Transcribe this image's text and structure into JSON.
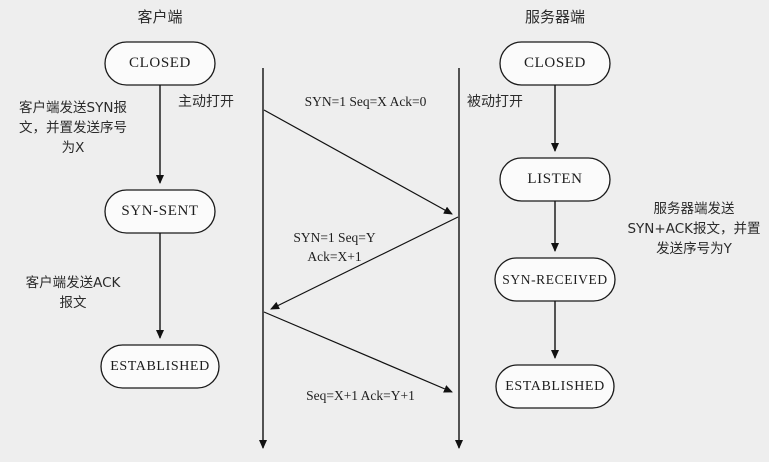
{
  "diagram": {
    "title": "TCP three-way handshake state diagram",
    "background_color": "#eeeeee",
    "stroke_color": "#1a1a1a",
    "columns": {
      "client_title": "客户端",
      "server_title": "服务器端"
    },
    "client_states": [
      {
        "id": "client-closed",
        "label": "CLOSED"
      },
      {
        "id": "client-syn-sent",
        "label": "SYN-SENT"
      },
      {
        "id": "client-established",
        "label": "ESTABLISHED"
      }
    ],
    "server_states": [
      {
        "id": "server-closed",
        "label": "CLOSED"
      },
      {
        "id": "server-listen",
        "label": "LISTEN"
      },
      {
        "id": "server-syn-received",
        "label": "SYN-RECEIVED"
      },
      {
        "id": "server-established",
        "label": "ESTABLISHED"
      }
    ],
    "open_labels": {
      "active_open": "主动打开",
      "passive_open": "被动打开"
    },
    "notes": {
      "client_syn": "客户端发送SYN报\n文，并置发送序号\n为X",
      "client_ack": "客户端发送ACK\n报文",
      "server_synack": "服务器端发送\nSYN+ACK报文，并置\n发送序号为Y"
    },
    "messages": [
      {
        "id": "msg-syn",
        "text": "SYN=1  Seq=X  Ack=0",
        "direction": "client-to-server"
      },
      {
        "id": "msg-syn-ack",
        "text": "SYN=1  Seq=Y\nAck=X+1",
        "direction": "server-to-client"
      },
      {
        "id": "msg-ack",
        "text": "Seq=X+1  Ack=Y+1",
        "direction": "client-to-server"
      }
    ]
  }
}
